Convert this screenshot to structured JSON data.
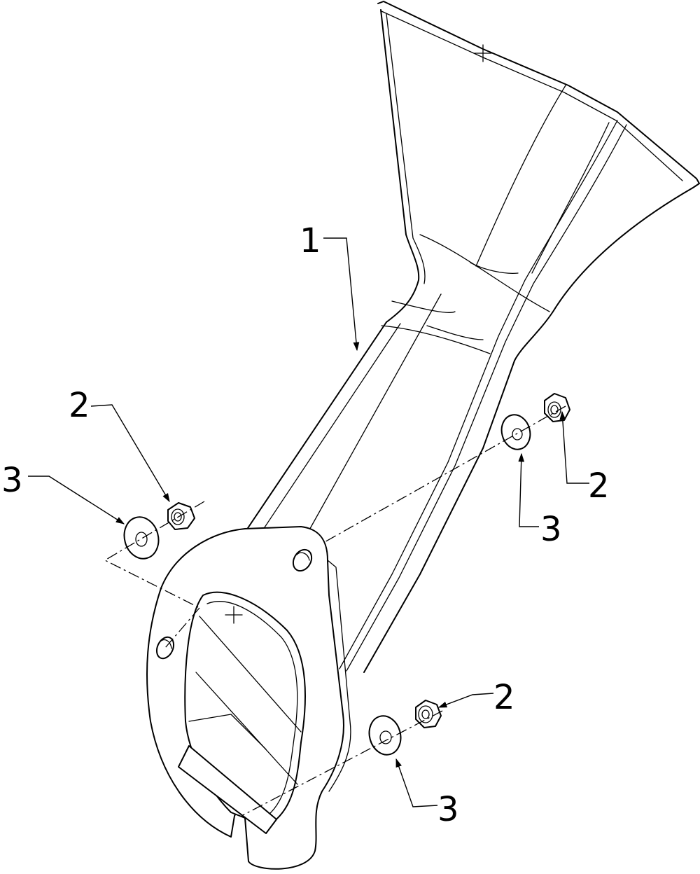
{
  "callouts": {
    "part1": "1",
    "nut_left": "2",
    "washer_left": "3",
    "nut_right": "2",
    "washer_right": "3",
    "nut_bottom": "2",
    "washer_bottom": "3"
  },
  "colors": {
    "line": "#000000",
    "background": "#ffffff"
  }
}
